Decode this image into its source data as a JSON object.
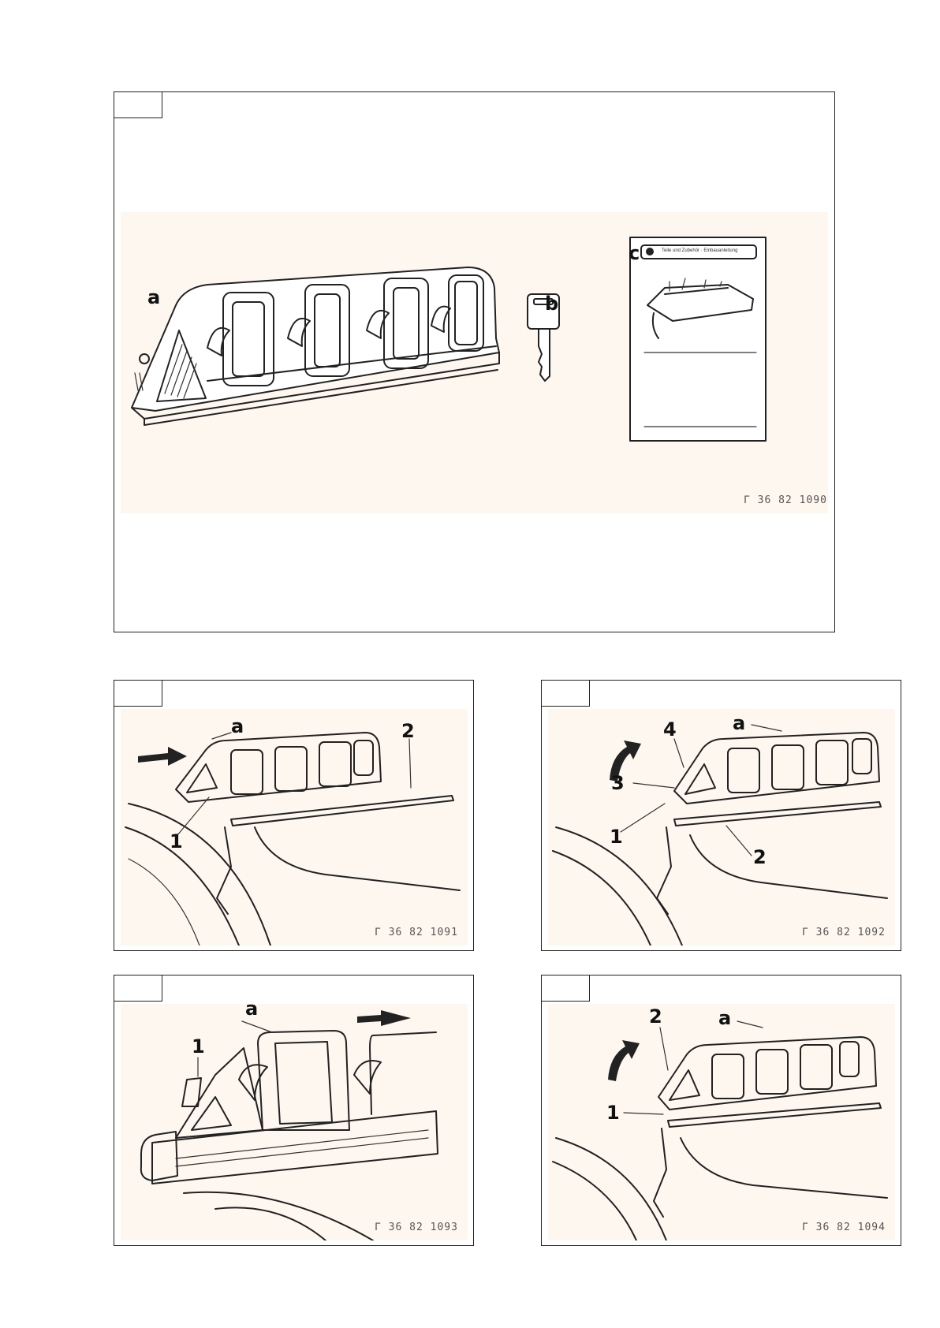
{
  "overview": {
    "labels": {
      "a": "a",
      "b": "b",
      "c": "c"
    },
    "figure_code": "Γ 36 82 1090",
    "leaflet_header": "Teile und Zubehör · Einbauanleitung"
  },
  "figures": [
    {
      "code": "Γ 36 82 1091",
      "callouts": {
        "a": "a",
        "n1": "1",
        "n2": "2"
      }
    },
    {
      "code": "Γ 36 82 1092",
      "callouts": {
        "a": "a",
        "n1": "1",
        "n2": "2",
        "n3": "3",
        "n4": "4"
      }
    },
    {
      "code": "Γ 36 82 1093",
      "callouts": {
        "a": "a",
        "n1": "1"
      }
    },
    {
      "code": "Γ 36 82 1094",
      "callouts": {
        "a": "a",
        "n1": "1",
        "n2": "2"
      }
    }
  ]
}
